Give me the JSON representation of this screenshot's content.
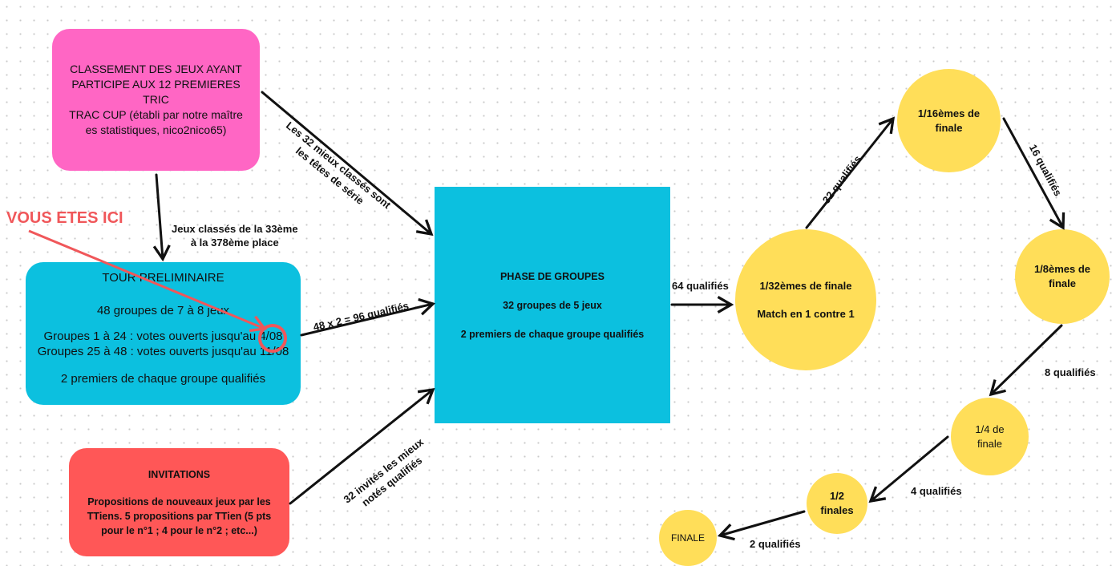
{
  "pink_box": {
    "line1": "CLASSEMENT DES JEUX AYANT",
    "line2": "PARTICIPE AUX 12 PREMIERES TRIC",
    "line3": "TRAC CUP (établi par notre maître",
    "line4": "es statistiques, nico2nico65)"
  },
  "tour": {
    "title": "TOUR PRELIMINAIRE",
    "groups": "48 groupes de 7 à 8 jeux",
    "votes1": "Groupes 1 à 24 : votes ouverts jusqu'au 4/08",
    "votes2": "Groupes 25 à 48 : votes ouverts jusqu'au 11/08",
    "qualified": "2 premiers de chaque groupe qualifiés"
  },
  "invitations": {
    "title": "INVITATIONS",
    "line1": "Propositions de nouveaux jeux par les",
    "line2": "TTiens. 5 propositions par TTien (5 pts",
    "line3": "pour le n°1 ; 4 pour le n°2 ; etc...)"
  },
  "phase": {
    "title": "PHASE DE GROUPES",
    "groups": "32 groupes de 5 jeux",
    "qualified": "2 premiers de chaque groupe qualifiés"
  },
  "circles": {
    "r32_line1": "1/32èmes de finale",
    "r32_line2": "Match en 1 contre 1",
    "r16_line1": "1/16èmes de",
    "r16_line2": "finale",
    "r8_line1": "1/8èmes de",
    "r8_line2": "finale",
    "qf_line1": "1/4 de",
    "qf_line2": "finale",
    "sf_line1": "1/2",
    "sf_line2": "finales",
    "final": "FINALE"
  },
  "labels": {
    "ranked_line1": "Jeux classés de la 33ème",
    "ranked_line2": "à la 378ème place",
    "seeds_line1": "Les 32 mieux classés sont",
    "seeds_line2": "les têtes de série",
    "q96": "48 x 2 = 96 qualifiés",
    "invited_line1": "32 invités les mieux",
    "invited_line2": "notés qualifiés",
    "q64": "64 qualifiés",
    "q32": "32 qualifiés",
    "q16": "16 qualifiés",
    "q8": "8 qualifiés",
    "q4": "4 qualifiés",
    "q2": "2 qualifiés"
  },
  "annotation": {
    "text": "VOUS ETES ICI",
    "color": "#f0575a"
  },
  "colors": {
    "pink": "#ff66c4",
    "cyan": "#0cc0df",
    "red": "#ff5757",
    "yellow": "#ffde59"
  }
}
